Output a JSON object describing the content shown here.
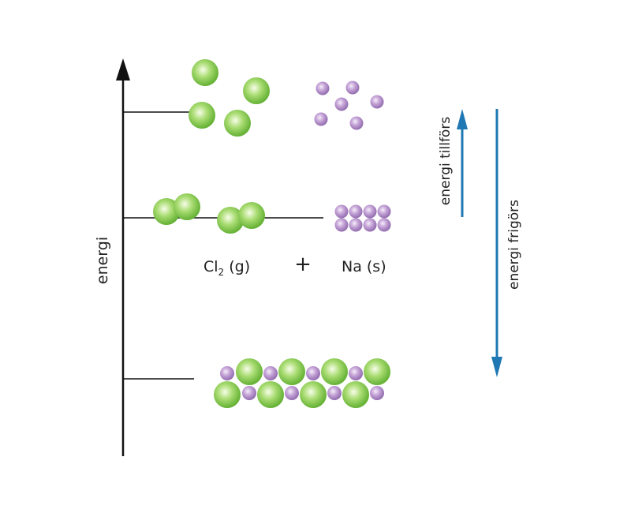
{
  "labels": {
    "y_axis": "energi",
    "cl2_formula": "Cl",
    "cl2_subscript": "2",
    "cl2_state": " (g)",
    "plus": "+",
    "na": "Na (s)",
    "energy_added": "energi tillförs",
    "energy_released": "energi frigörs"
  },
  "colors": {
    "axis": "#111111",
    "chlorine": "#8ed24a",
    "chlorine_dark": "#5aa82a",
    "sodium": "#b48fc8",
    "sodium_dark": "#8a62a8",
    "arrow": "#1f78b4"
  }
}
